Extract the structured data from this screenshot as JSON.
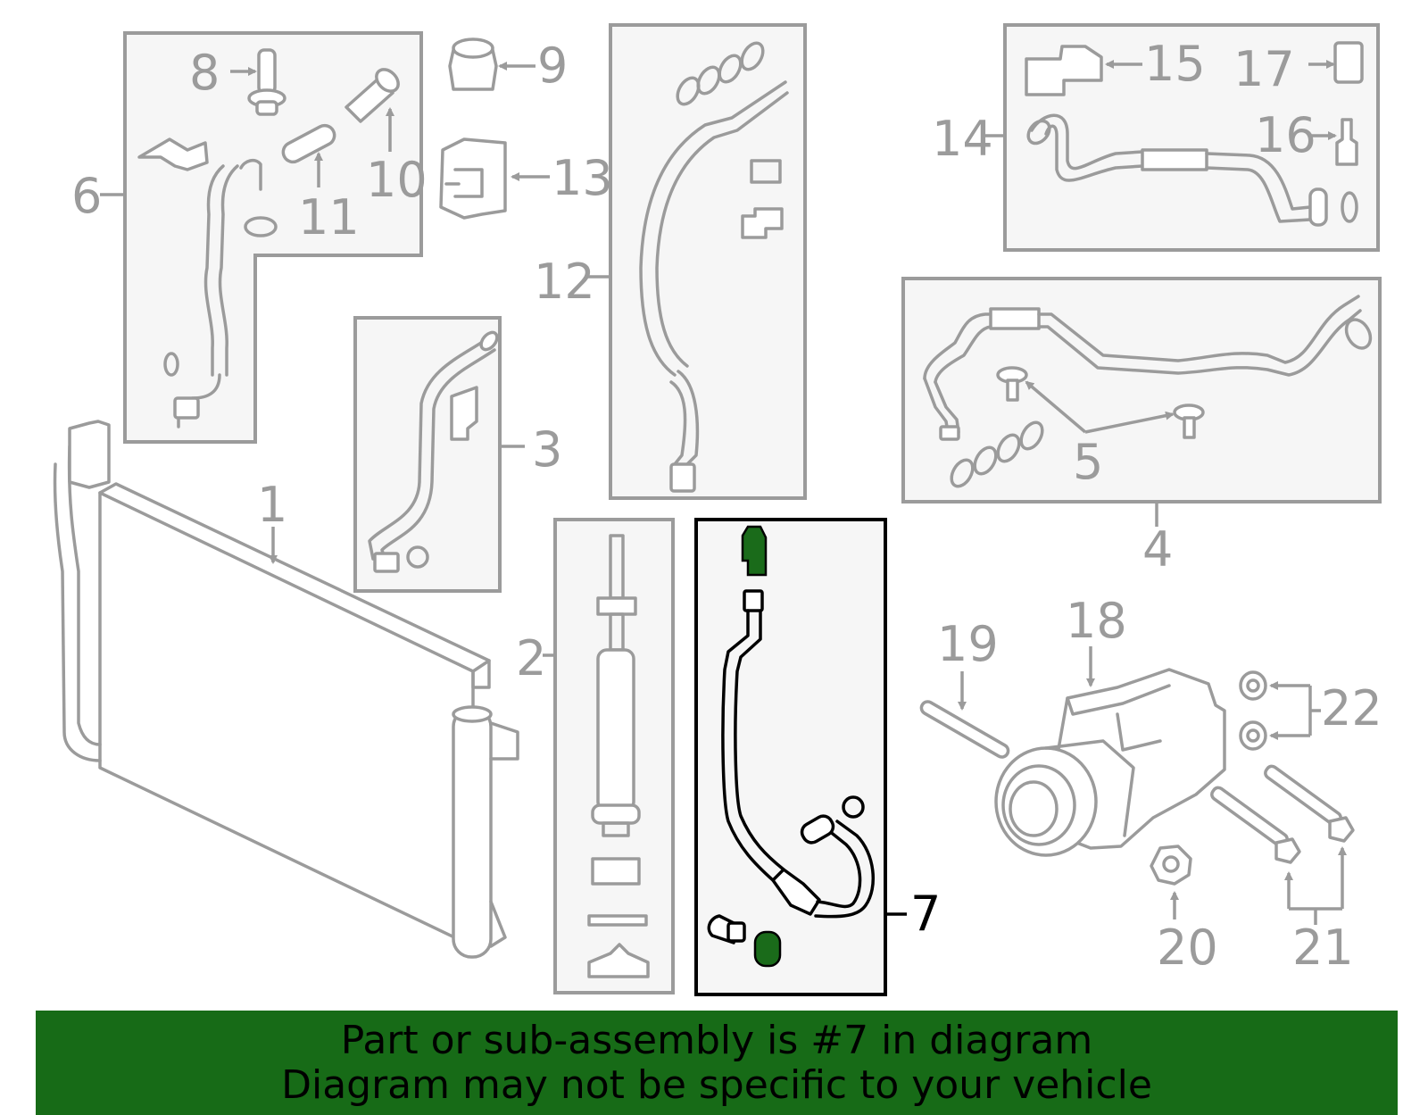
{
  "callouts": {
    "c1": "1",
    "c2": "2",
    "c3": "3",
    "c4": "4",
    "c5": "5",
    "c6": "6",
    "c7": "7",
    "c8": "8",
    "c9": "9",
    "c10": "10",
    "c11": "11",
    "c12": "12",
    "c13": "13",
    "c14": "14",
    "c15": "15",
    "c16": "16",
    "c17": "17",
    "c18": "18",
    "c19": "19",
    "c20": "20",
    "c21": "21",
    "c22": "22"
  },
  "highlighted_part": "7",
  "banner": {
    "line1": "Part or sub-assembly is #7 in diagram",
    "line2": "Diagram may not be specific to your vehicle"
  },
  "colors": {
    "banner_background": "#176b17",
    "highlight": "#1a6b1a",
    "part_gray": "#9b9b9b",
    "panel_fill": "#f6f6f6"
  }
}
